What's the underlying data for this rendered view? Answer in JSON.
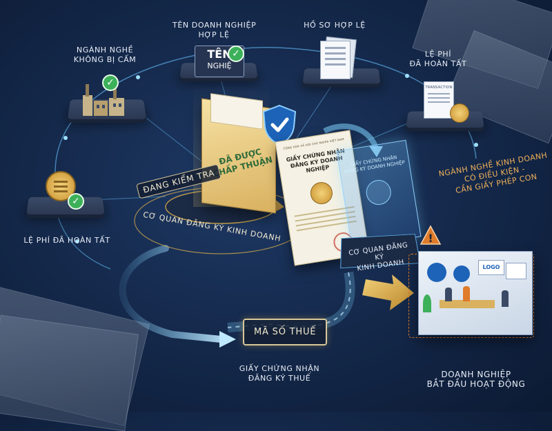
{
  "nodes": {
    "industry": {
      "caption_line1": "NGÀNH NGHỀ",
      "caption_line2": "KHÔNG BỊ CẤM"
    },
    "name": {
      "caption_line1": "TÊN DOANH NGHIỆP",
      "caption_line2": "HỢP LỆ",
      "sign_line1": "TÊN",
      "sign_line2": "NGHIỆ"
    },
    "dossier": {
      "caption": "HỒ SƠ HỢP LỆ"
    },
    "fee_top": {
      "caption_line1": "LỆ PHÍ",
      "caption_line2": "ĐÃ HOÀN TẤT",
      "receipt_label": "TRANSACTION"
    },
    "fee_left": {
      "caption": "LỆ PHÍ ĐÃ HOÀN TẤT"
    }
  },
  "center": {
    "checking_label": "ĐANG KIỂM TRA",
    "approved_line1": "ĐÃ ĐƯỢC",
    "approved_line2": "CHẤP THUẬN",
    "agency_ring_label": "CƠ QUAN ĐĂNG KÝ KINH DOANH"
  },
  "certificate": {
    "header": "CỘNG HÒA XÃ HỘI CHỦ NGHĨA VIỆT NAM",
    "title_line1": "GIẤY CHỨNG NHẬN",
    "title_line2": "ĐĂNG KÝ DOANH NGHIỆP"
  },
  "digital_certificate": {
    "title_line1": "GIẤY CHỨNG NHẬN",
    "title_line2": "ĐĂNG KÝ DOANH NGHIỆP",
    "agency_line1": "CƠ QUAN ĐĂNG KÝ",
    "agency_line2": "KINH DOANH"
  },
  "tax": {
    "box_label": "MÃ SỐ THUẾ",
    "caption_line1": "GIẤY CHỨNG NHẬN",
    "caption_line2": "ĐĂNG KÝ THUẾ"
  },
  "conditional": {
    "line1": "NGÀNH NGHỀ KINH DOANH",
    "line2": "CÓ ĐIỀU KIỆN -",
    "line3": "CẦN GIẤY PHÉP CON",
    "warning_symbol": "!"
  },
  "business": {
    "caption_line1": "DOANH NGHIỆP",
    "caption_line2": "BẮT ĐẦU HOẠT ĐỘNG",
    "logo_text": "LOGO"
  },
  "colors": {
    "background": "#152a4d",
    "accent_gold": "#e0b24a",
    "check_green": "#3db05a",
    "flow_cyan": "#7fd3ff",
    "warning_orange": "#e07b2a"
  },
  "icons": [
    "factory-icon",
    "check-icon",
    "folder-icon",
    "shield-check-icon",
    "document-stack-icon",
    "receipt-icon",
    "coins-icon",
    "coin-icon",
    "warning-icon",
    "office-icon",
    "emblem-icon"
  ]
}
